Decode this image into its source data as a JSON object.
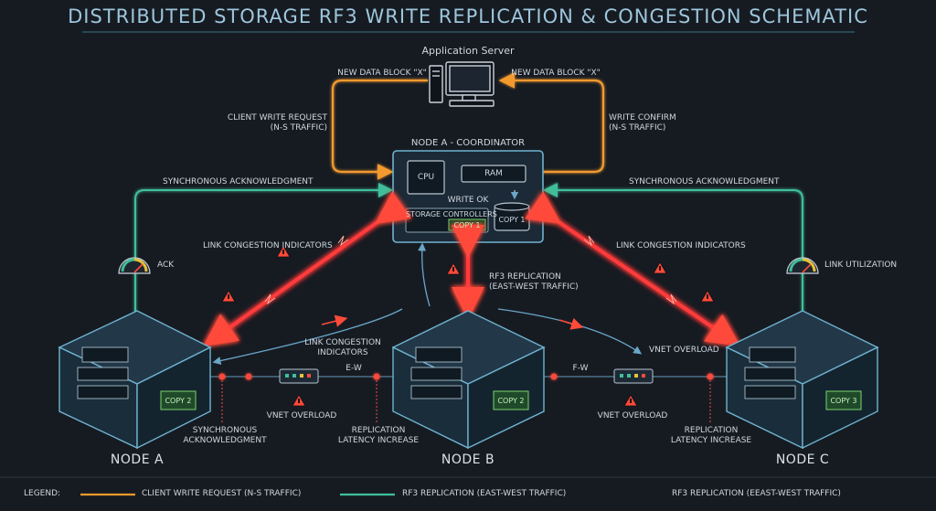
{
  "title": "DISTRIBUTED STORAGE RF3 WRITE REPLICATION & CONGESTION SCHEMATIC",
  "app_server": {
    "label": "Application Server",
    "new_block_left": "NEW DATA BLOCK \"X\"",
    "new_block_right": "NEW DATA BLOCK \"X\""
  },
  "client_write": {
    "line1": "CLIENT WRITE REQUEST",
    "line2": "(N-S TRAFFIC)"
  },
  "write_confirm": {
    "line1": "WRITE CONFIRM",
    "line2": "(N-S TRAFFIC)"
  },
  "coordinator": {
    "title": "NODE A - COORDINATOR",
    "cpu": "CPU",
    "ram": "RAM",
    "write_ok": "WRITE OK",
    "storage_controllers": "STORAGE CONTROLLERS",
    "copy": "COPY 1",
    "disk_copy": "COPY 1"
  },
  "sync_ack_left": "SYNCHRONOUS ACKNOWLEDGMENT",
  "sync_ack_right": "SYNCHRONOUS ACKNOWLEDGMENT",
  "ack_label": "ACK",
  "link_util_label": "LINK UTILIZATION",
  "congestion_left": "LINK CONGESTION INDICATORS",
  "congestion_right": "LINK CONGESTION INDICATORS",
  "rf3_replication": {
    "line1": "RF3 REPLICATION",
    "line2": "(EAST-WEST TRAFFIC)"
  },
  "congestion_middle": {
    "line1": "LINK CONGESTION",
    "line2": "INDICATORS"
  },
  "ew_label_left": "E-W",
  "ew_label_right": "F-W",
  "vnet_overload_top": "VNET OVERLOAD",
  "vnet_overload_left": "VNET OVERLOAD",
  "vnet_overload_right": "VNET OVERLOAD",
  "sync_ack_bottom": {
    "line1": "SYNCHRONOUS",
    "line2": "ACKNOWLEDGMENT"
  },
  "latency_left": {
    "line1": "REPLICATION",
    "line2": "LATENCY INCREASE"
  },
  "latency_right": {
    "line1": "REPLICATION",
    "line2": "LATENCY INCREASE"
  },
  "nodes": {
    "a": {
      "name": "NODE A",
      "copy": "COPY 2"
    },
    "b": {
      "name": "NODE B",
      "copy": "COPY 2"
    },
    "c": {
      "name": "NODE C",
      "copy": "COPY 3"
    }
  },
  "legend": {
    "title": "LEGEND:",
    "item1": "CLIENT WRITE REQUEST (N-S TRAFFIC)",
    "item2": "RF3 REPLICATION (EAST-WEST TRAFFIC)",
    "item3": "RF3 REPLICATION (EEAST-WEST TRAFFIC)"
  },
  "colors": {
    "orange": "#f39a2e",
    "teal": "#3fbf9a",
    "red": "#ff3b3b",
    "node_blue": "#4aa6c8",
    "bg": "#161b22"
  }
}
